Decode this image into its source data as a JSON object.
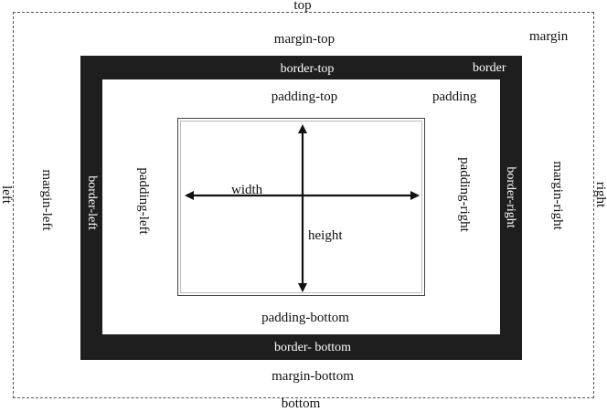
{
  "labels": {
    "top": "top",
    "bottom": "bottom",
    "left": "left",
    "right": "right",
    "margin": "margin",
    "margin_top": "margin-top",
    "margin_bottom": "margin-bottom",
    "margin_left": "margin-left",
    "margin_right": "margin-right",
    "border": "border",
    "border_top": "border-top",
    "border_bottom": "border- bottom",
    "border_left": "border-left",
    "border_right": "border-right",
    "padding": "padding",
    "padding_top": "padding-top",
    "padding_bottom": "padding-bottom",
    "padding_left": "padding-left",
    "padding_right": "padding-right",
    "width": "width",
    "height": "height"
  },
  "colors": {
    "border_fill": "#1e1e1e",
    "margin_outline": "#555555",
    "text": "#111111",
    "text_on_border": "#ffffff"
  }
}
